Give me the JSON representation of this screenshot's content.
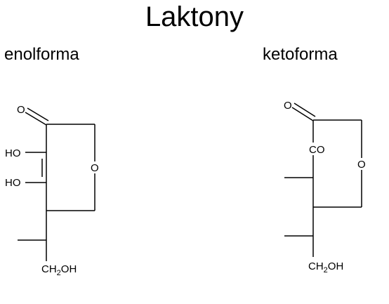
{
  "title": "Laktony",
  "enol": {
    "label": "enolforma",
    "o_top": "O",
    "ho1": "HO",
    "ho2": "HO",
    "ring_o": "O",
    "ch2oh_a": "CH",
    "ch2oh_sub": "2",
    "ch2oh_b": "OH"
  },
  "keto": {
    "label": "ketoforma",
    "o_top": "O",
    "co": "CO",
    "ring_o": "O",
    "ch2oh_a": "CH",
    "ch2oh_sub": "2",
    "ch2oh_b": "OH"
  }
}
